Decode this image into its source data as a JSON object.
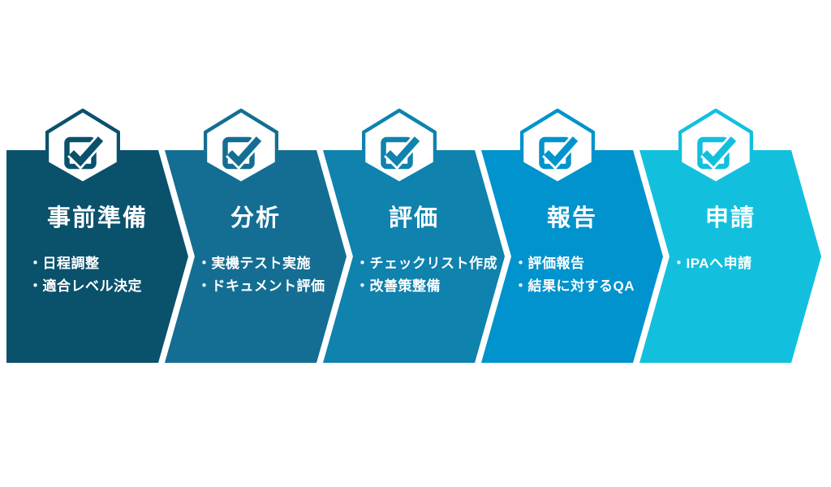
{
  "diagram": {
    "type": "process-flow",
    "background_color": "#ffffff",
    "text_color": "#ffffff",
    "badge_icon": "shield-checkbox-check-icon",
    "steps": [
      {
        "title": "事前準備",
        "bullets": [
          "・日程調整",
          "・適合レベル決定"
        ],
        "color": "#0a516c"
      },
      {
        "title": "分析",
        "bullets": [
          "・実機テスト実施",
          "・ドキュメント評価"
        ],
        "color": "#146e93"
      },
      {
        "title": "評価",
        "bullets": [
          "・チェックリスト作成",
          "・改善策整備"
        ],
        "color": "#0f82ae"
      },
      {
        "title": "報告",
        "bullets": [
          "・評価報告",
          "・結果に対するQA"
        ],
        "color": "#0093cd"
      },
      {
        "title": "申請",
        "bullets": [
          "・IPAへ申請"
        ],
        "color": "#12c0de"
      }
    ]
  }
}
